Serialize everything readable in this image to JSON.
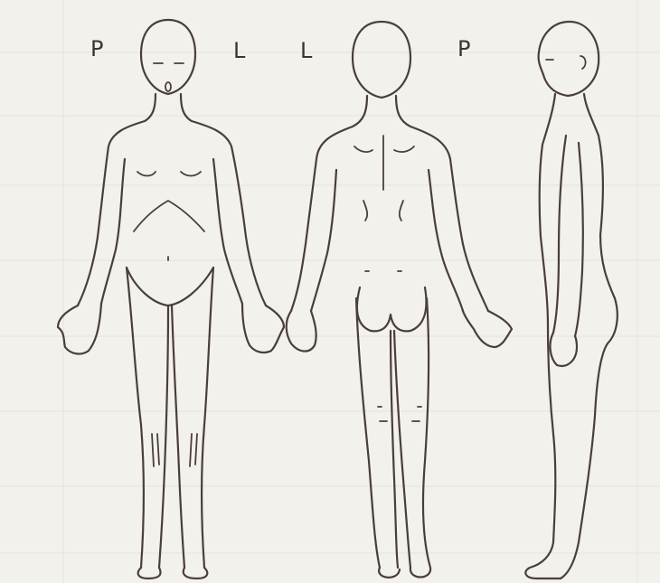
{
  "labels": {
    "front_right": "P",
    "front_left": "L",
    "back_left": "L",
    "back_right": "P"
  },
  "colors": {
    "background": "#f3f1ec",
    "ink": "#4a3e3c"
  }
}
